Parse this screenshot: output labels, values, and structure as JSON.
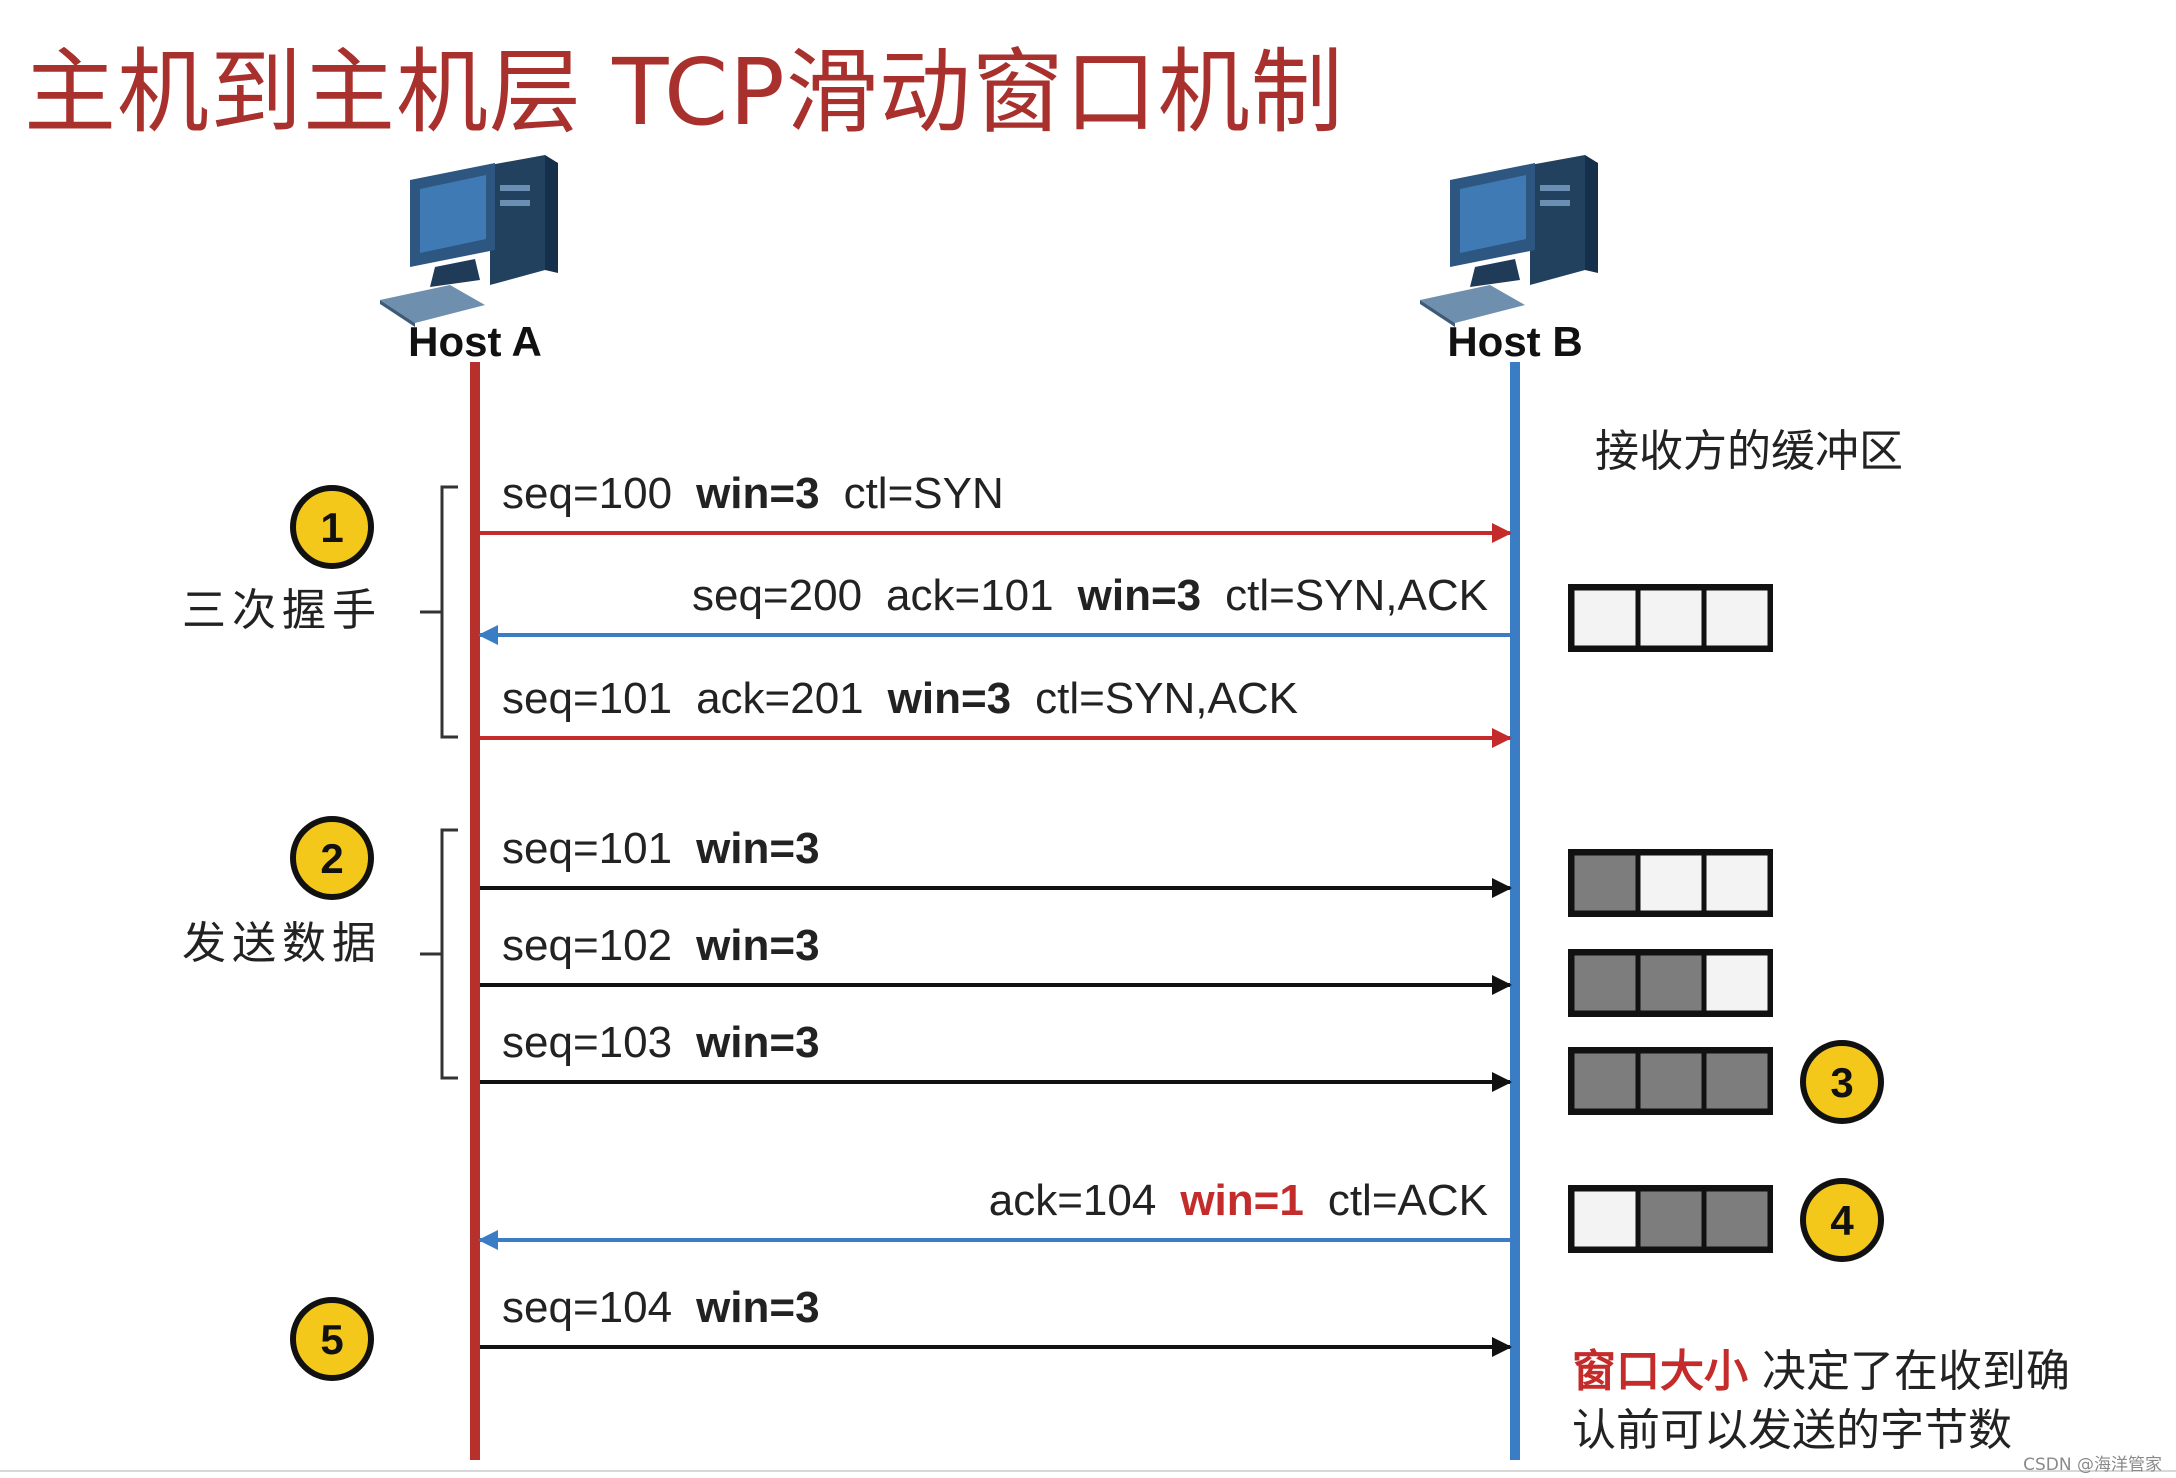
{
  "title": "主机到主机层 TCP滑动窗口机制",
  "hosts": {
    "a": {
      "label": "Host A",
      "icon": "computer-icon",
      "line_color": "#b8302b"
    },
    "b": {
      "label": "Host B",
      "icon": "computer-icon",
      "line_color": "#3a7dc4"
    }
  },
  "buffer_label": "接收方的缓冲区",
  "groups": [
    {
      "number": "1",
      "label": "三次握手"
    },
    {
      "number": "2",
      "label": "发送数据"
    }
  ],
  "step5_number": "5",
  "badge_color": "#f3c81a",
  "messages": [
    {
      "direction": "a-to-b",
      "color": "#c42b2b",
      "parts": [
        {
          "text": "seq=100"
        },
        {
          "text": "win=3",
          "bold": true
        },
        {
          "text": "ctl=SYN"
        }
      ]
    },
    {
      "direction": "b-to-a",
      "color": "#3a7dc4",
      "parts": [
        {
          "text": "seq=200"
        },
        {
          "text": "ack=101"
        },
        {
          "text": "win=3",
          "bold": true
        },
        {
          "text": "ctl=SYN,ACK"
        }
      ]
    },
    {
      "direction": "a-to-b",
      "color": "#c42b2b",
      "parts": [
        {
          "text": "seq=101"
        },
        {
          "text": "ack=201"
        },
        {
          "text": "win=3",
          "bold": true
        },
        {
          "text": "ctl=SYN,ACK"
        }
      ]
    },
    {
      "direction": "a-to-b",
      "color": "#111111",
      "parts": [
        {
          "text": "seq=101"
        },
        {
          "text": "win=3",
          "bold": true
        }
      ]
    },
    {
      "direction": "a-to-b",
      "color": "#111111",
      "parts": [
        {
          "text": "seq=102"
        },
        {
          "text": "win=3",
          "bold": true
        }
      ]
    },
    {
      "direction": "a-to-b",
      "color": "#111111",
      "parts": [
        {
          "text": "seq=103"
        },
        {
          "text": "win=3",
          "bold": true
        }
      ]
    },
    {
      "direction": "b-to-a",
      "color": "#3a7dc4",
      "parts": [
        {
          "text": "ack=104"
        },
        {
          "text": "win=1",
          "bold": true,
          "highlight": "#c42b2b"
        },
        {
          "text": "ctl=ACK"
        }
      ]
    },
    {
      "direction": "a-to-b",
      "color": "#111111",
      "parts": [
        {
          "text": "seq=104"
        },
        {
          "text": "win=3",
          "bold": true
        }
      ]
    }
  ],
  "buffers": [
    {
      "cells": [
        0,
        0,
        0
      ],
      "badge": ""
    },
    {
      "cells": [
        1,
        0,
        0
      ],
      "badge": ""
    },
    {
      "cells": [
        1,
        1,
        0
      ],
      "badge": ""
    },
    {
      "cells": [
        1,
        1,
        1
      ],
      "badge": "3"
    },
    {
      "cells": [
        0,
        1,
        1
      ],
      "badge": "4"
    }
  ],
  "note": {
    "highlight": "窗口大小",
    "line1": "决定了在收到确",
    "line2": "认前可以发送的字节数"
  },
  "watermark": "CSDN @海洋管家"
}
